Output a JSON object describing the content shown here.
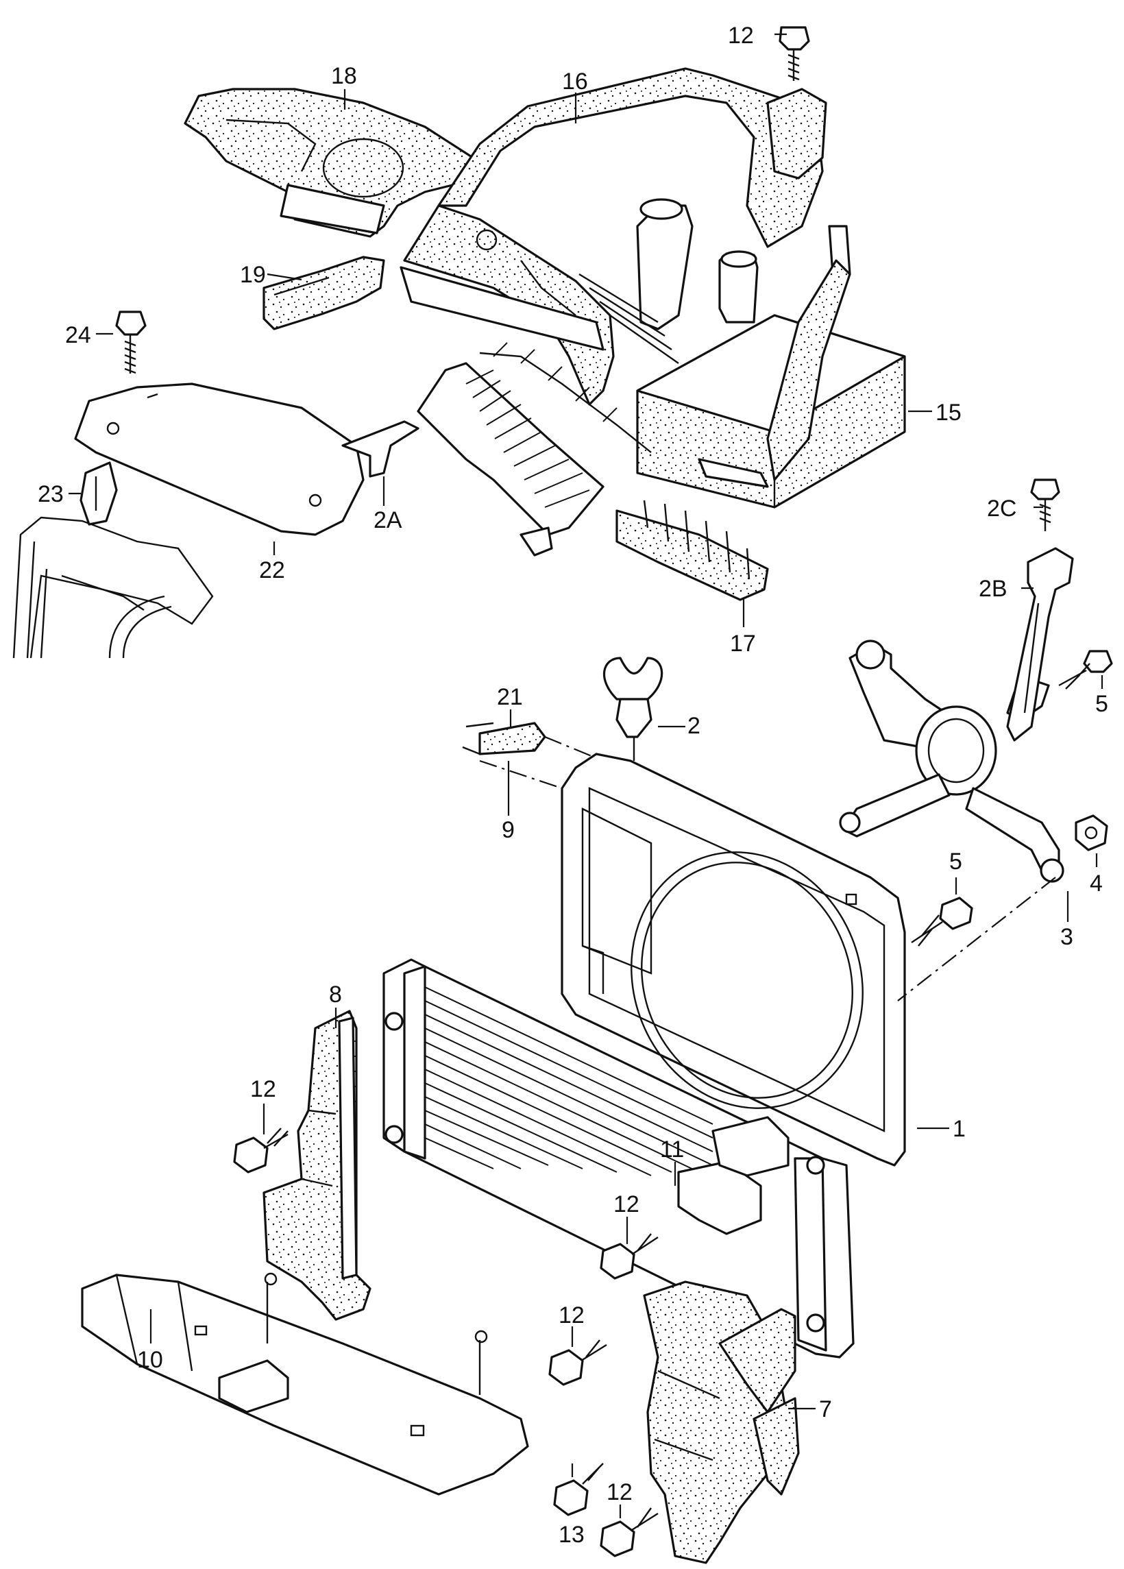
{
  "callouts": {
    "c1": "1",
    "c2": "2",
    "c2A": "2A",
    "c2B": "2B",
    "c2C": "2C",
    "c3": "3",
    "c4": "4",
    "c5a": "5",
    "c5b": "5",
    "c7": "7",
    "c8": "8",
    "c9": "9",
    "c10": "10",
    "c11": "11",
    "c12a": "12",
    "c12b": "12",
    "c12c": "12",
    "c12d": "12",
    "c12e": "12",
    "c13": "13",
    "c15": "15",
    "c16": "16",
    "c17": "17",
    "c18": "18",
    "c19": "19",
    "c21": "21",
    "c22": "22",
    "c23": "23",
    "c24": "24"
  },
  "colors": {
    "ink": "#111111",
    "paper": "#ffffff"
  }
}
